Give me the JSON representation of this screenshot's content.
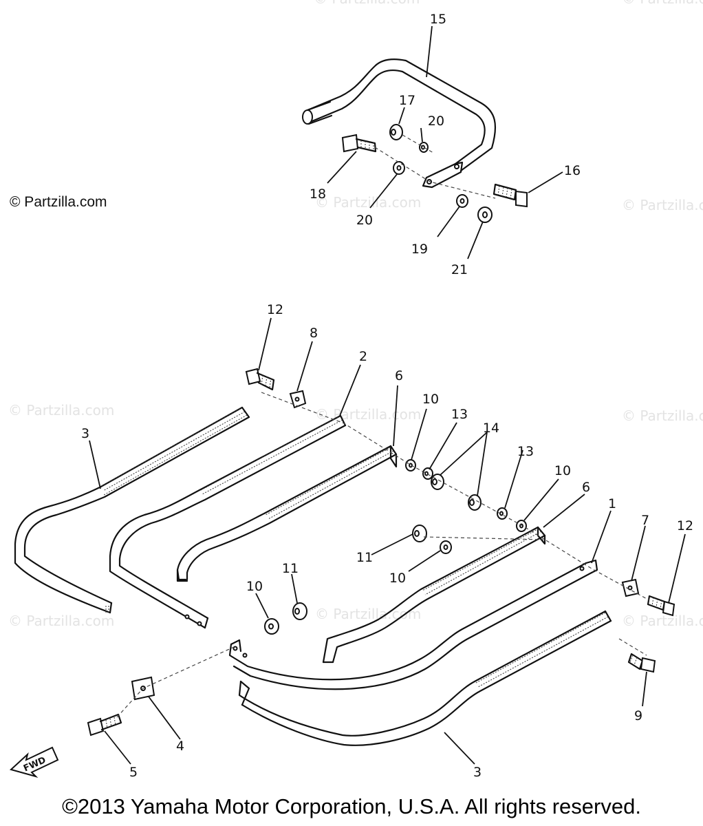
{
  "watermark_text": "© Partzilla.com",
  "copyright": "©2013 Yamaha Motor Corporation, U.S.A. All rights reserved.",
  "fwd_label": "FWD",
  "callouts": {
    "c1": "1",
    "c2": "2",
    "c3a": "3",
    "c3b": "3",
    "c4": "4",
    "c5": "5",
    "c6a": "6",
    "c6b": "6",
    "c7": "7",
    "c8": "8",
    "c9": "9",
    "c10a": "10",
    "c10b": "10",
    "c10c": "10",
    "c10d": "10",
    "c11a": "11",
    "c11b": "11",
    "c12a": "12",
    "c12b": "12",
    "c13a": "13",
    "c13b": "13",
    "c14": "14",
    "c15": "15",
    "c16": "16",
    "c17": "17",
    "c18": "18",
    "c19": "19",
    "c20a": "20",
    "c20b": "20",
    "c21": "21"
  }
}
